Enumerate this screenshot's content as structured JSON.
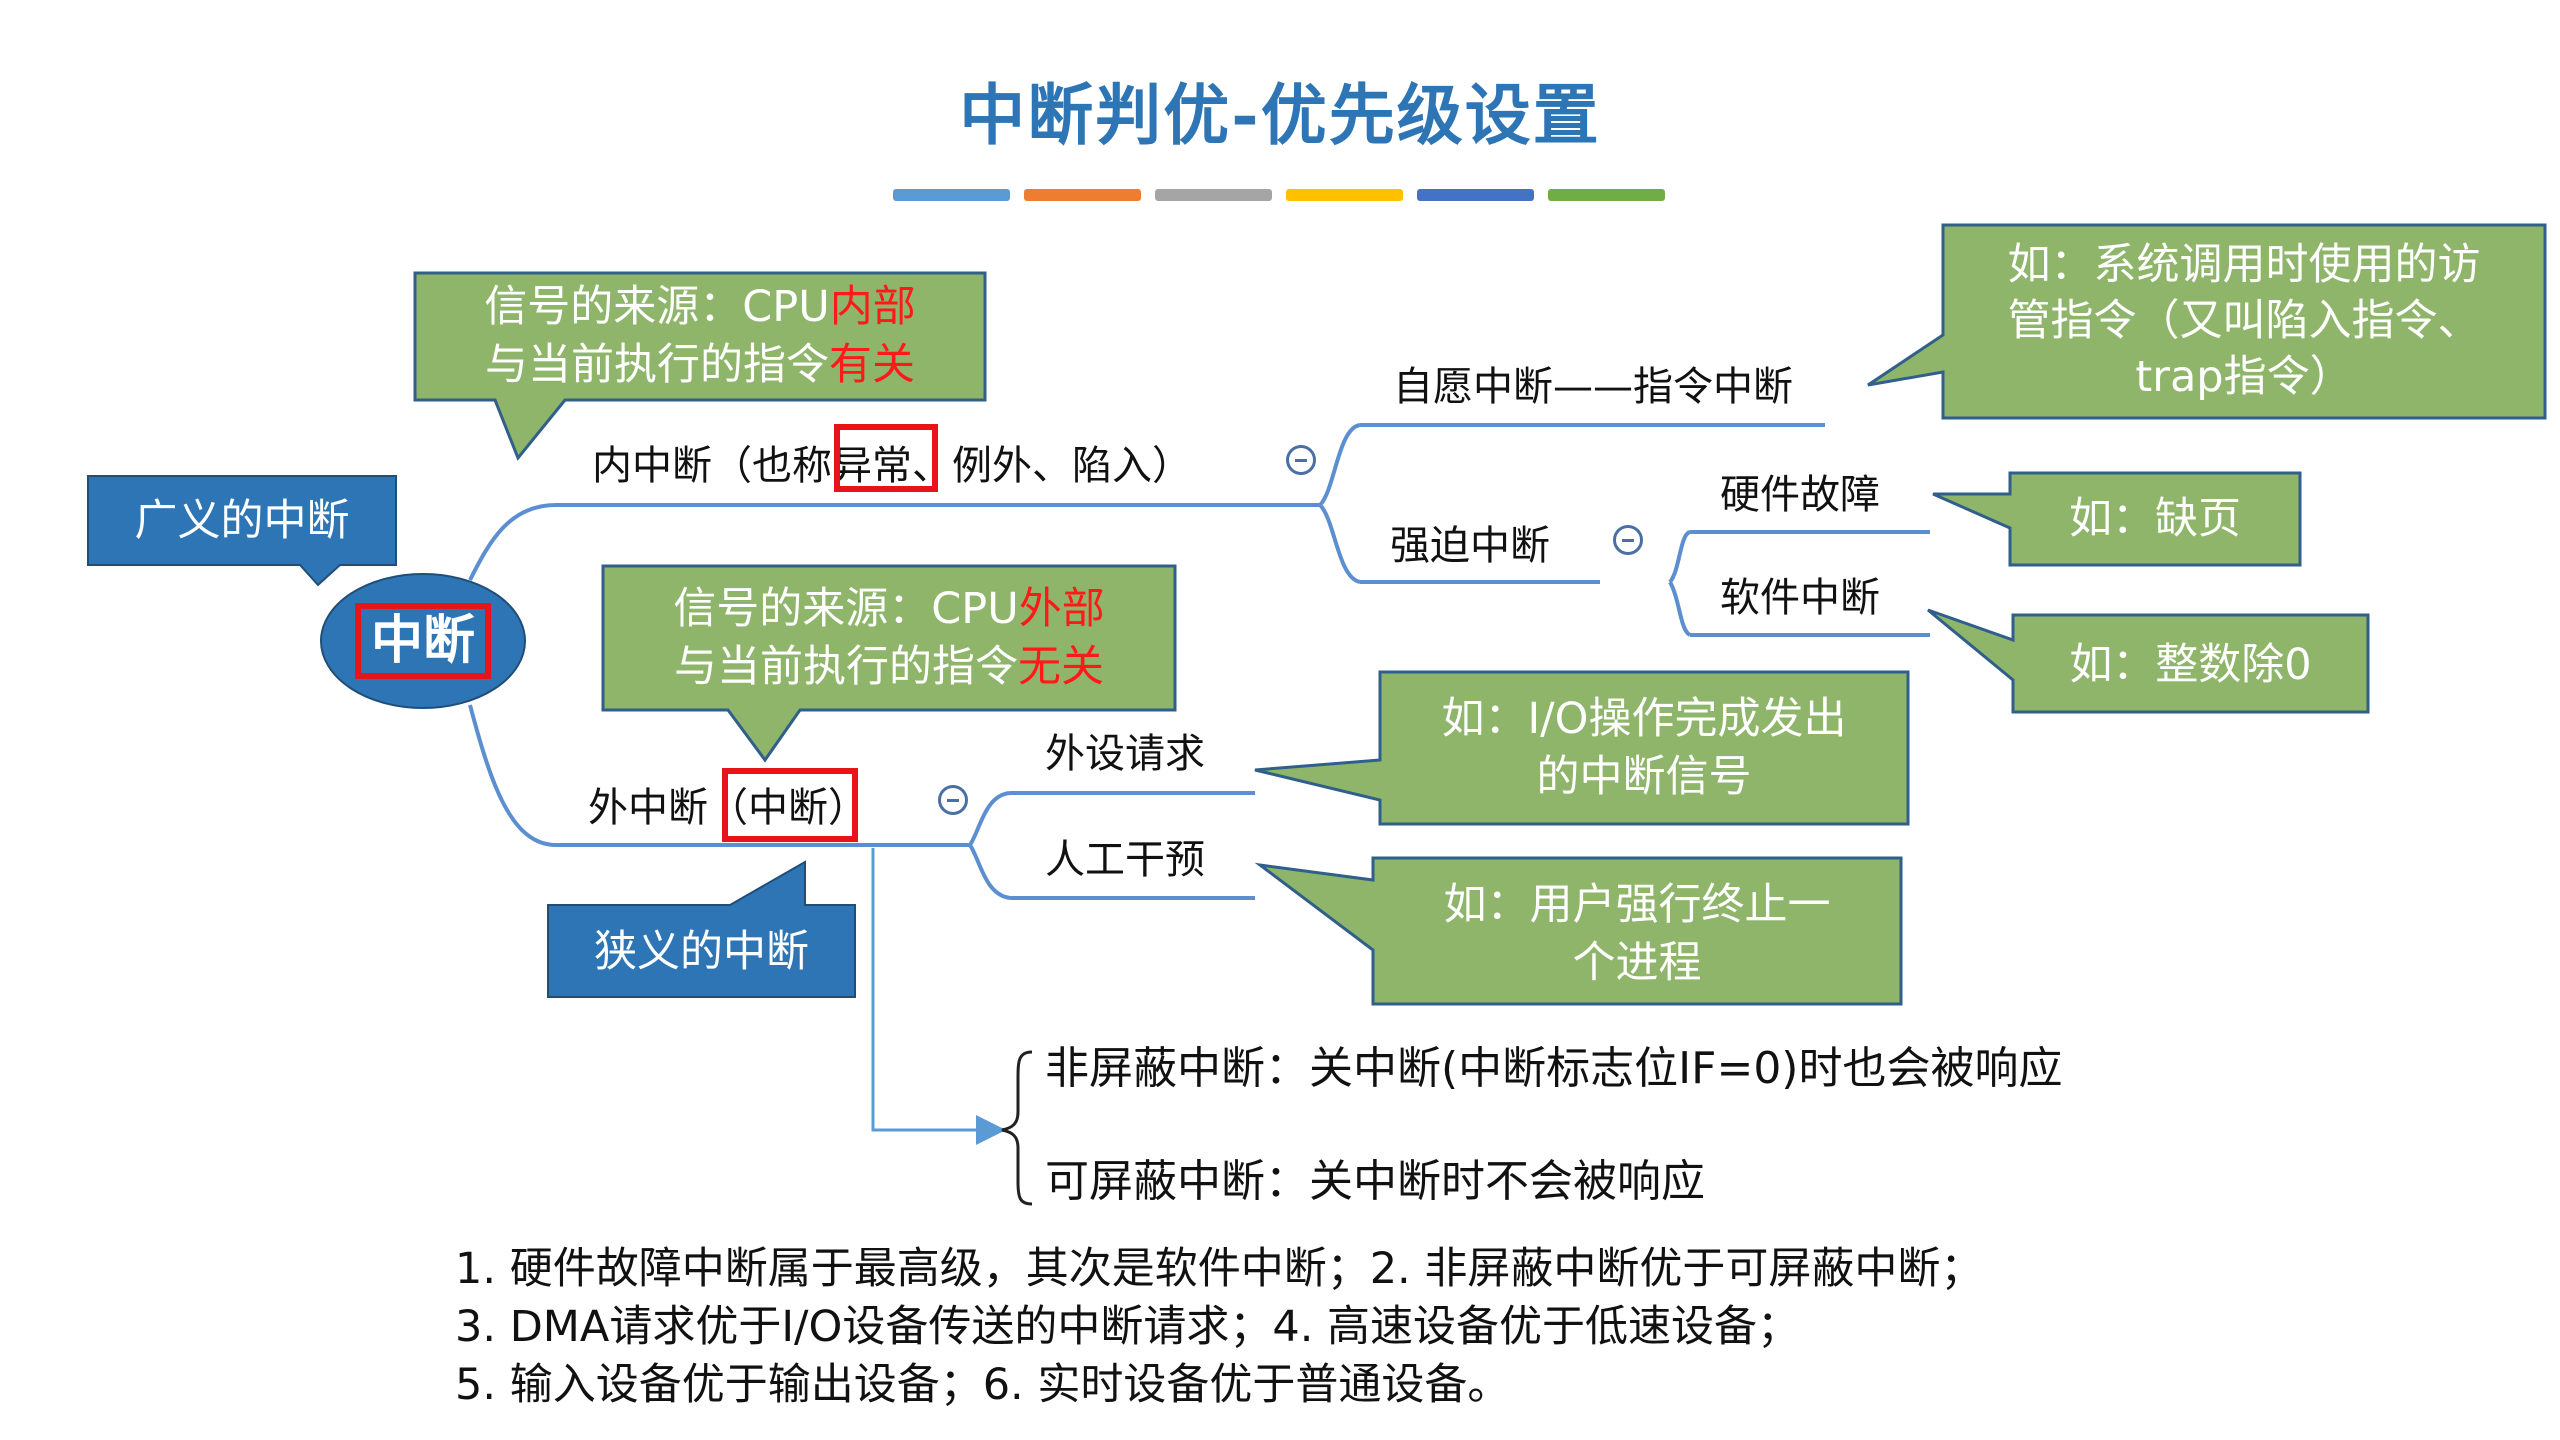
{
  "title": "中断判优-优先级设置",
  "underline_colors": [
    "#5b9bd5",
    "#ed7d31",
    "#a5a5a5",
    "#ffc000",
    "#4472c4",
    "#70ad47"
  ],
  "root": "中断",
  "callouts": {
    "broad": "广义的中断",
    "narrow": "狭义的中断",
    "internal_source": {
      "l1_pre": "信号的来源：CPU",
      "l1_red": "内部",
      "l2_pre": "与当前执行的指令",
      "l2_red": "有关"
    },
    "external_source": {
      "l1_pre": "信号的来源：CPU",
      "l1_red": "外部",
      "l2_pre": "与当前执行的指令",
      "l2_red": "无关"
    }
  },
  "internal": {
    "label_pre": "内中断（也称",
    "label_box": "异常",
    "label_post": "、例外、陷入）",
    "voluntary": "自愿中断——指令中断",
    "voluntary_example": [
      "如：系统调用时使用的访",
      "管指令（又叫陷入指令、",
      "trap指令）"
    ],
    "forced": "强迫中断",
    "hardware_fault": "硬件故障",
    "hardware_example": "如：缺页",
    "software_interrupt": "软件中断",
    "software_example": "如：整数除0"
  },
  "external": {
    "label_pre": "外中断",
    "label_box": "（中断",
    "label_post": "）",
    "device_request": "外设请求",
    "device_example": [
      "如：I/O操作完成发出",
      "的中断信号"
    ],
    "manual": "人工干预",
    "manual_example": [
      "如：用户强行终止一",
      "个进程"
    ]
  },
  "maskable": {
    "non_maskable": "非屏蔽中断：关中断(中断标志位IF=0)时也会被响应",
    "maskable": "可屏蔽中断：关中断时不会被响应"
  },
  "priority_notes": [
    "1. 硬件故障中断属于最高级，其次是软件中断；2. 非屏蔽中断优于可屏蔽中断；",
    "3. DMA请求优于I/O设备传送的中断请求；4. 高速设备优于低速设备；",
    "5. 输入设备优于输出设备；6. 实时设备优于普通设备。"
  ]
}
